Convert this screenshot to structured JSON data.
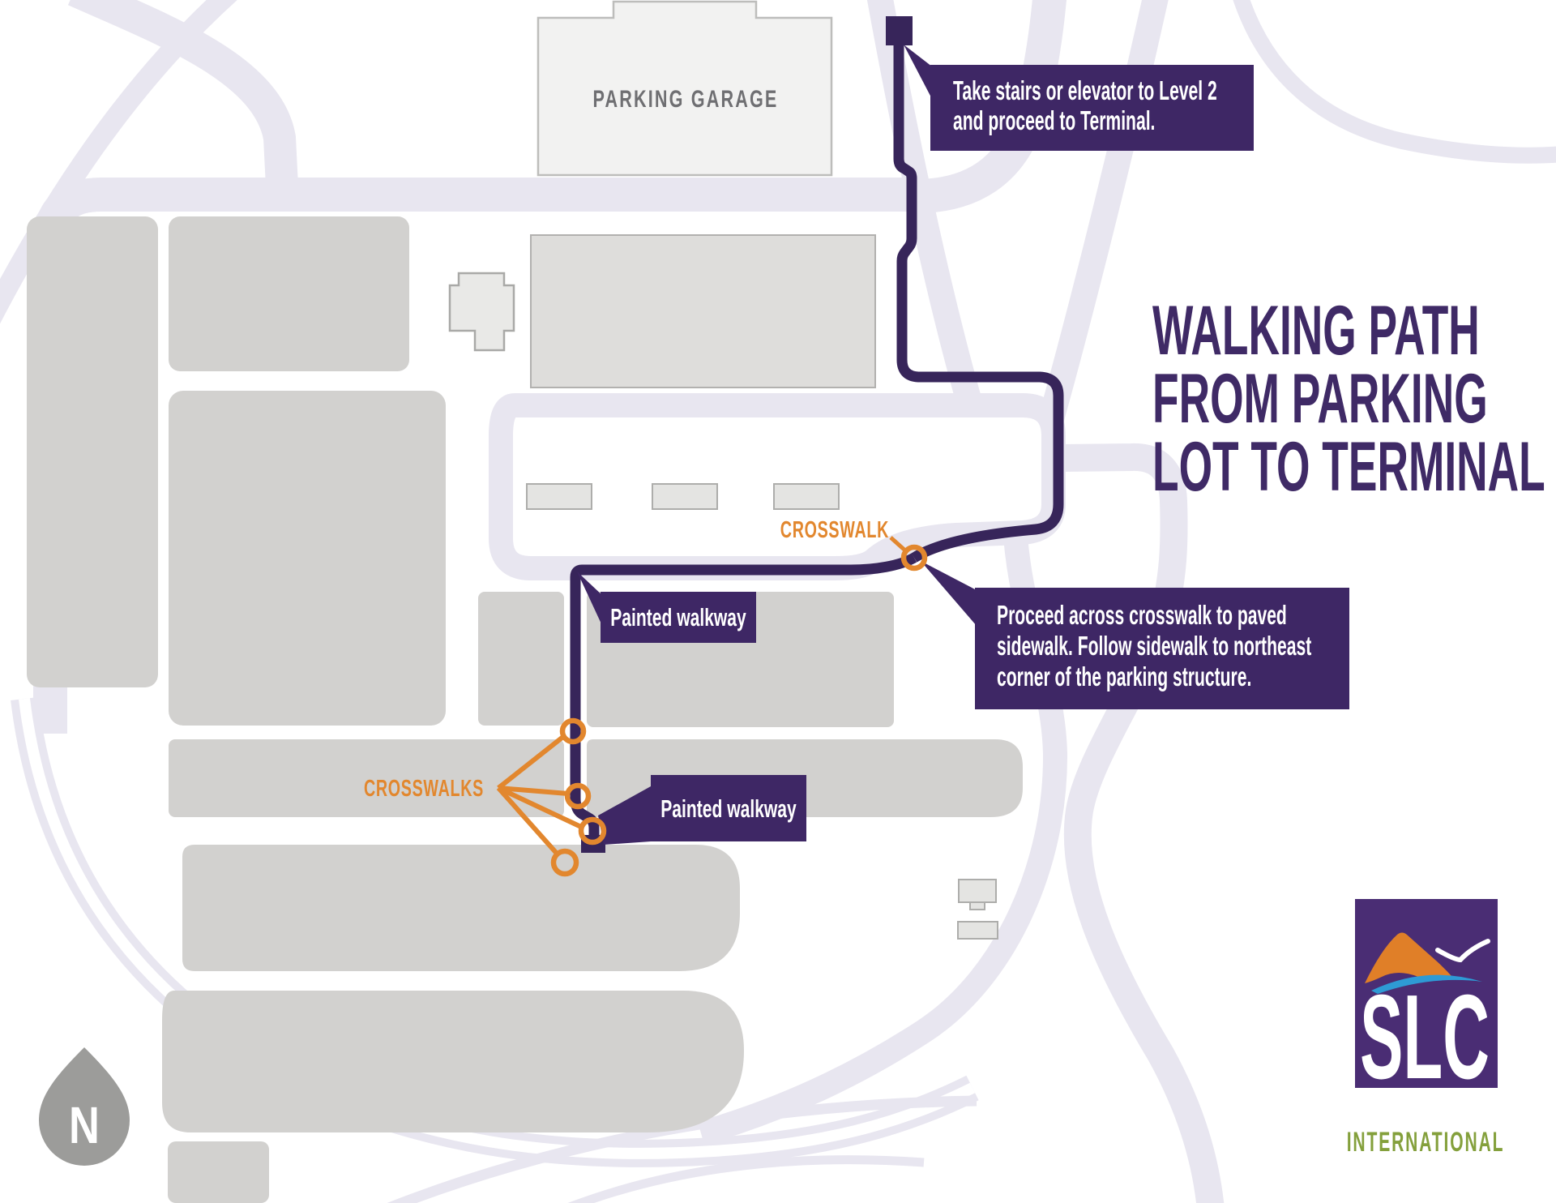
{
  "title": {
    "line1": "WALKING PATH",
    "line2": "FROM PARKING",
    "line3": "LOT TO TERMINAL"
  },
  "map": {
    "parking_garage_label": "PARKING GARAGE",
    "crosswalk_label": "CROSSWALK",
    "crosswalks_label": "CROSSWALKS",
    "compass_label": "N"
  },
  "callouts": {
    "stairs": {
      "lines": [
        "Take stairs or elevator to Level 2",
        "and proceed to Terminal."
      ]
    },
    "painted_walkway_1": "Painted walkway",
    "painted_walkway_2": "Painted walkway",
    "proceed": {
      "lines": [
        "Proceed across crosswalk to paved",
        "sidewalk. Follow sidewalk to northeast",
        "corner of the parking structure."
      ]
    }
  },
  "logo": {
    "acronym": "SLC",
    "subtitle": "INTERNATIONAL"
  },
  "colors": {
    "path": "#37255a",
    "box": "#3e2765",
    "title": "#3f2a66",
    "orange": "#e2872e",
    "road": "#e8e6f0",
    "lot": "#d2d1cf",
    "logo_purple": "#4a2d74",
    "logo_orange": "#e07f28",
    "logo_blue": "#2e9ad5",
    "logo_green": "#84a03c"
  }
}
